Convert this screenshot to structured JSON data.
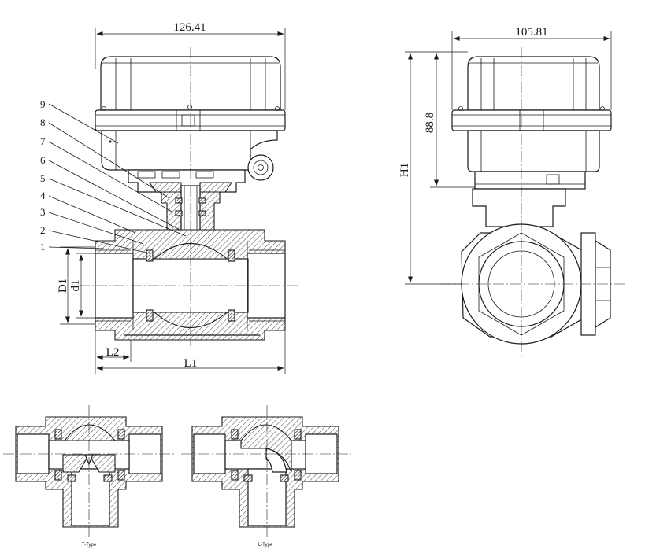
{
  "front_view": {
    "width_dim": "126.41",
    "len_L1": "L1",
    "len_L2": "L2",
    "dia_D1": "D1",
    "dia_d1": "d1",
    "callouts": [
      "1",
      "2",
      "3",
      "4",
      "5",
      "6",
      "7",
      "8",
      "9"
    ]
  },
  "side_view": {
    "width_dim": "105.81",
    "height_dim": "88.8",
    "height_H1": "H1"
  },
  "sections": [
    {
      "label": "T-Type"
    },
    {
      "label": "L-Type"
    }
  ]
}
